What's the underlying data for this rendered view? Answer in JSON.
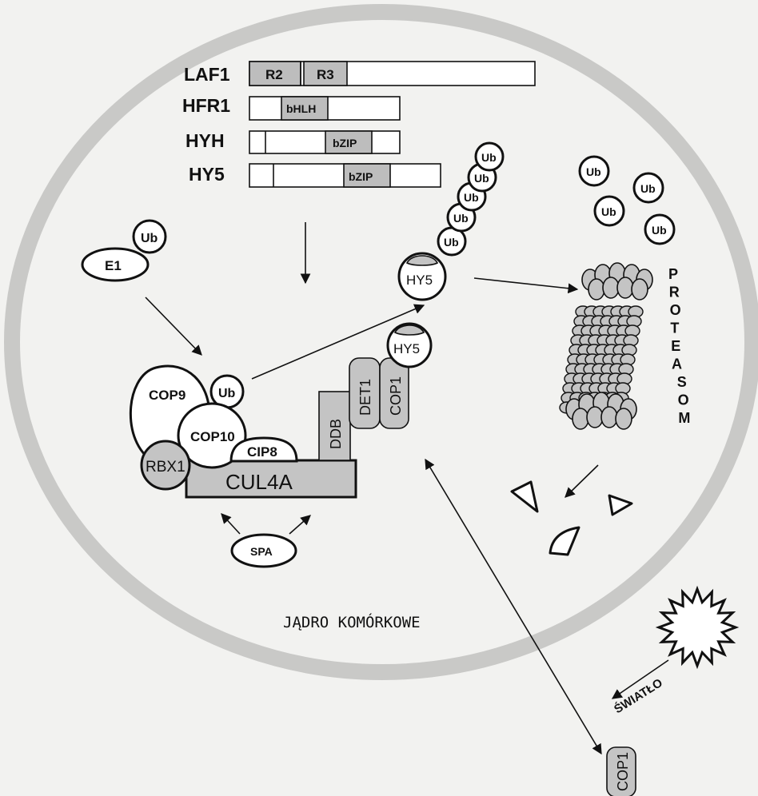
{
  "colors": {
    "background": "#f2f2f0",
    "cell_ring": "#c9c9c7",
    "domain_fill": "#bdbdbd",
    "complex_fill": "#c4c4c4",
    "outline": "#111111"
  },
  "proteins": {
    "laf1": "LAF1",
    "hfr1": "HFR1",
    "hyh": "HYH",
    "hy5": "HY5"
  },
  "domains": {
    "r2": "R2",
    "r3": "R3",
    "bhlh": "bHLH",
    "bzip_hyh": "bZIP",
    "bzip_hy5": "bZIP"
  },
  "complex": {
    "e1": "E1",
    "ub_e1": "Ub",
    "cop9": "COP9",
    "ub_cop9": "Ub",
    "cop10": "COP10",
    "cip8": "CIP8",
    "rbx1": "RBX1",
    "cul4a": "CUL4A",
    "ddb": "DDB",
    "det1": "DET1",
    "cop1": "COP1",
    "hy5_bound": "HY5",
    "spa": "SPA"
  },
  "ubiquitin_chain": {
    "hy5": "HY5",
    "ub_labels": [
      "Ub",
      "Ub",
      "Ub",
      "Ub",
      "Ub"
    ]
  },
  "free_ubiquitin": [
    "Ub",
    "Ub",
    "Ub",
    "Ub"
  ],
  "proteasome_label": "PROTEASOM",
  "nucleus_label": "JĄDRO KOMÓRKOWE",
  "light_label": "ŚWIATŁO",
  "cop1_outside": "COP1"
}
